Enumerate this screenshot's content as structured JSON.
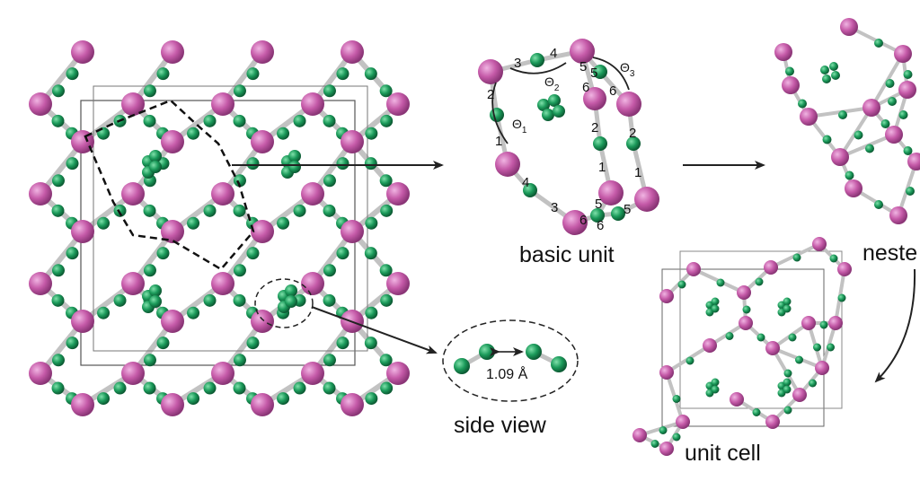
{
  "colors": {
    "pink": "#c55aa8",
    "green": "#1b9a5a",
    "bond": "#c2c2c2",
    "arrow": "#222222"
  },
  "captions": {
    "basic_unit": "basic unit",
    "side_view": "side view",
    "unit_cell": "unit cell",
    "nested": "neste"
  },
  "bond_length": "1.09 Å",
  "site_labels": {
    "s1": "1",
    "s2": "2",
    "s3": "3",
    "s4": "4",
    "s5a": "5",
    "s5b": "5",
    "s6a": "6",
    "s6b": "6",
    "r2a": "2",
    "r1a": "1",
    "r2b": "2",
    "r1b": "1",
    "b4": "4",
    "b3": "3",
    "b6a": "6",
    "b5a": "5",
    "b6b": "6",
    "b5b": "5"
  },
  "angles": {
    "t1": "Θ",
    "t1_sub": "1",
    "t2": "Θ",
    "t2_sub": "2",
    "t3": "Θ",
    "t3_sub": "3"
  }
}
